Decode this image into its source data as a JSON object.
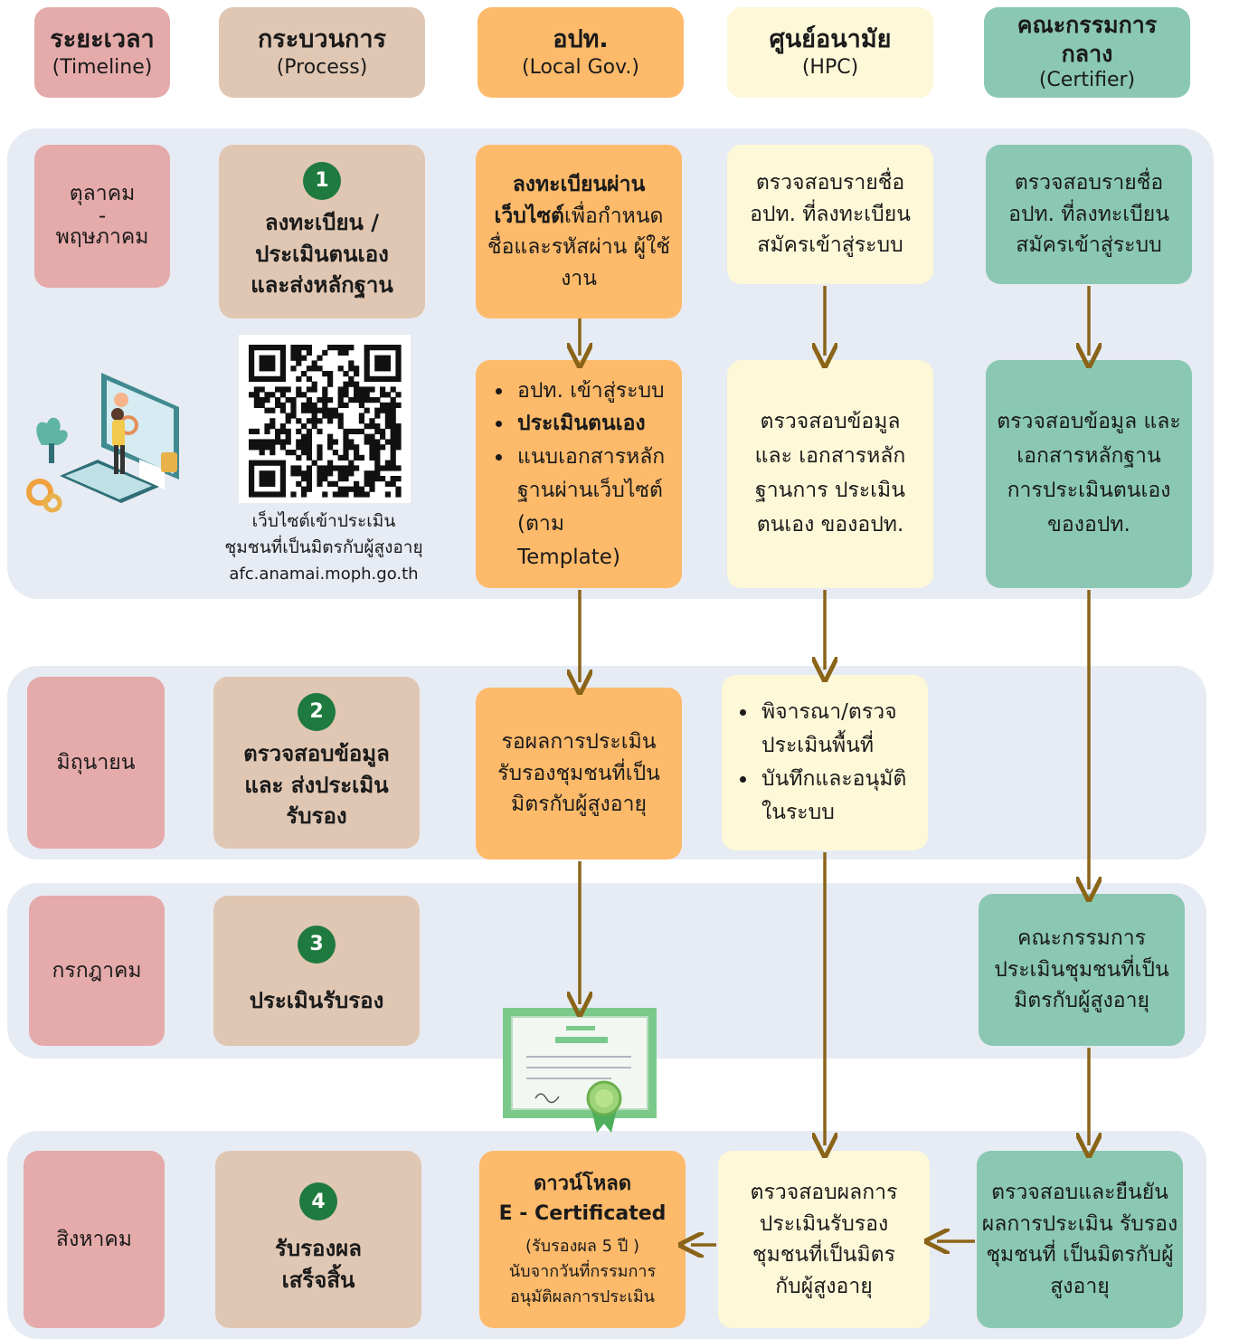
{
  "headers": {
    "timeline": {
      "title": "ระยะเวลา",
      "sub": "(Timeline)"
    },
    "process": {
      "title": "กระบวนการ",
      "sub": "(Process)"
    },
    "localgov": {
      "title": "อปท.",
      "sub": "(Local Gov.)"
    },
    "hpc": {
      "title": "ศูนย์อนามัย",
      "sub": "(HPC)"
    },
    "certifier": {
      "title": "คณะกรรมการกลาง",
      "sub": "(Certifier)"
    }
  },
  "timeline": {
    "t1_line1": "ตุลาคม",
    "t1_dash": "-",
    "t1_line2": "พฤษภาคม",
    "t2": "มิถุนายน",
    "t3": "กรกฎาคม",
    "t4": "สิงหาคม"
  },
  "process": {
    "p1_num": "1",
    "p1_text": "ลงทะเบียน / ประเมินตนเอง และส่งหลักฐาน",
    "p2_num": "2",
    "p2_text": "ตรวจสอบข้อมูล และ ส่งประเมิน รับรอง",
    "p3_num": "3",
    "p3_text": "ประเมินรับรอง",
    "p4_num": "4",
    "p4_text": "รับรองผล เสร็จสิ้น"
  },
  "qr": {
    "caption_line1": "เว็บไซต์เข้าประเมิน",
    "caption_line2": "ชุมชนที่เป็นมิตรกับผู้สูงอายุ",
    "url": "afc.anamai.moph.go.th"
  },
  "localgov": {
    "s1_bold": "ลงทะเบียนผ่าน เว็บไซต์",
    "s1_rest": "เพื่อกำหนด ชื่อและรหัสผ่าน ผู้ใช้งาน",
    "s2_items": [
      "อปท. เข้าสู่ระบบ",
      "ประเมินตนเอง",
      "แนบเอกสารหลัก ฐานผ่านเว็บไซต์ (ตาม Template)"
    ],
    "s3": "รอผลการประเมิน รับรองชุมชนที่เป็น มิตรกับผู้สูงอายุ",
    "s4_title1": "ดาวน์โหลด",
    "s4_title2": "E - Certificated",
    "s4_note1": "(รับรองผล 5 ปี )",
    "s4_note2": "นับจากวันที่กรรมการ",
    "s4_note3": "อนุมัติผลการประเมิน"
  },
  "hpc": {
    "s1": "ตรวจสอบรายชื่อ อปท. ที่ลงทะเบียน สมัครเข้าสู่ระบบ",
    "s2": "ตรวจสอบข้อมูลและ เอกสารหลักฐานการ ประเมินตนเอง ของอปท.",
    "s3_items": [
      "พิจารณา/ตรวจ ประเมินพื้นที่",
      "บันทึกและอนุมัติ ในระบบ"
    ],
    "s4": "ตรวจสอบผลการ ประเมินรับรอง ชุมชนที่เป็นมิตร กับผู้สูงอายุ"
  },
  "certifier": {
    "s1": "ตรวจสอบรายชื่อ อปท. ที่ลงทะเบียน สมัครเข้าสู่ระบบ",
    "s2": "ตรวจสอบข้อมูล และเอกสารหลักฐาน การประเมินตนเอง ของอปท.",
    "s3": "คณะกรรมการ ประเมินชุมชนที่เป็น มิตรกับผู้สูงอายุ",
    "s4": "ตรวจสอบและยืนยัน ผลการประเมิน รับรองชุมชนที่ เป็นมิตรกับผู้สูงอายุ"
  },
  "colors": {
    "timeline": "#e5aaaa",
    "process": "#e0c7b3",
    "localgov": "#fdba6a",
    "hpc": "#fdf8d8",
    "certifier": "#8ac8b3",
    "band": "#e7ebf3",
    "arrow": "#8a6418",
    "step_circle": "#1f7a3f"
  },
  "icons": [
    "computer-user-illustration-icon",
    "qr-code-icon",
    "certificate-icon"
  ]
}
